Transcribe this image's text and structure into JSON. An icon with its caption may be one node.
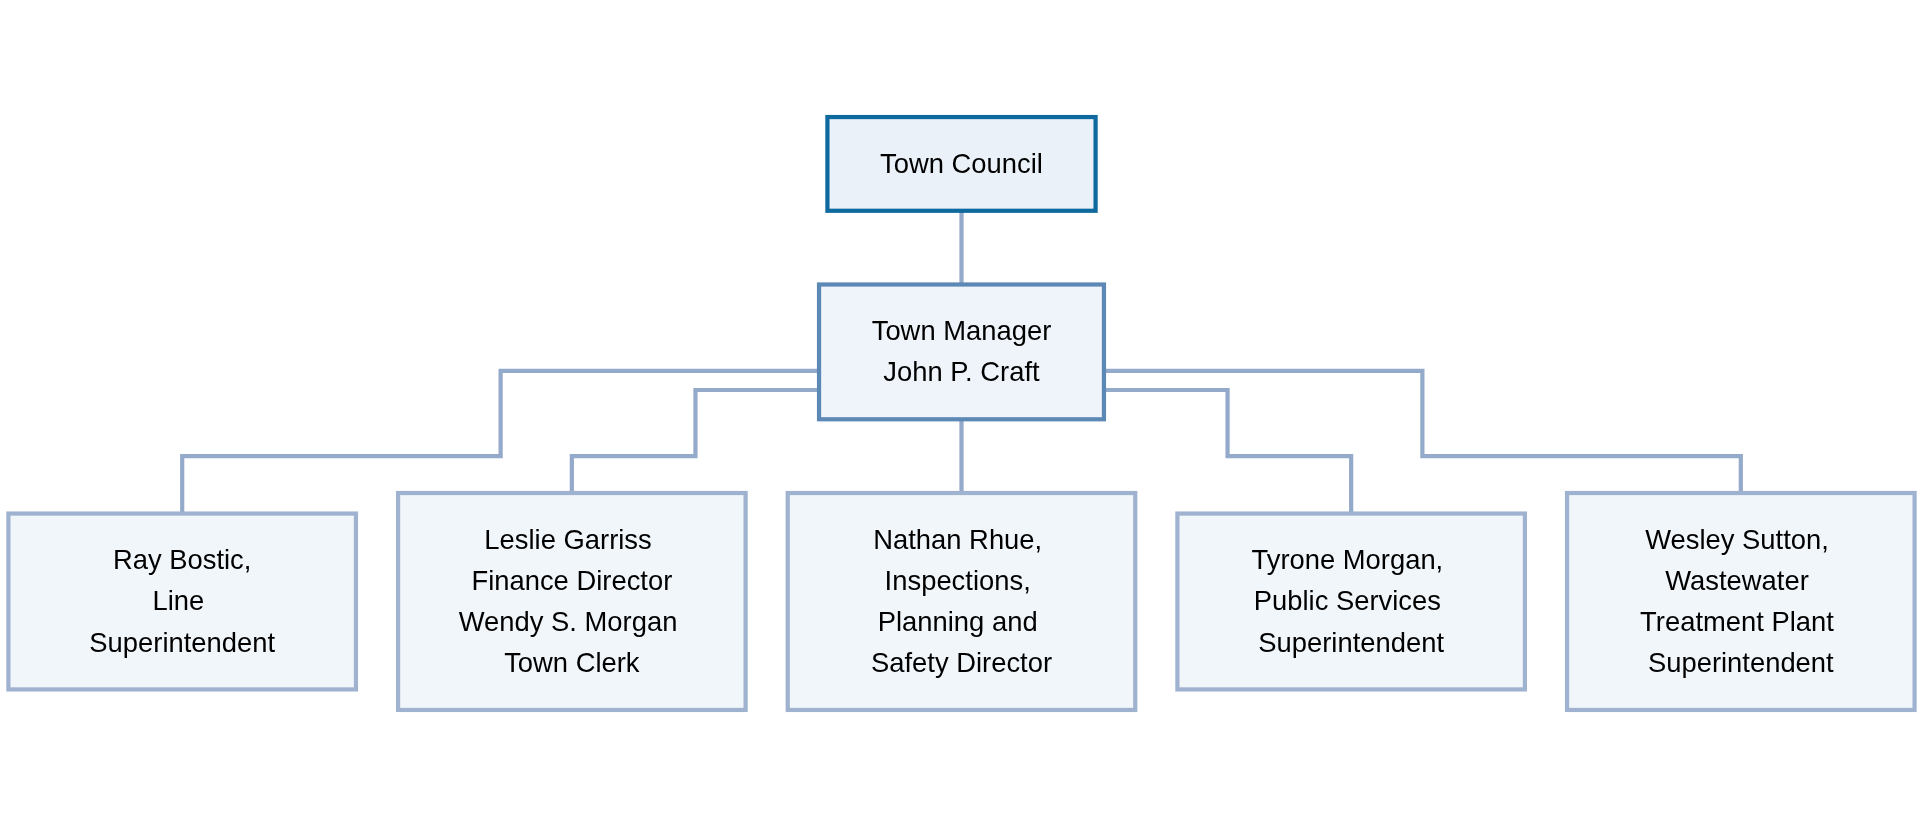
{
  "diagram": {
    "nodes": [
      {
        "text": [
          "Town Council"
        ]
      },
      {
        "text": [
          "Town Manager",
          "John P. Craft"
        ]
      },
      {
        "text": [
          "Ray Bostic,",
          "Line Superintendent"
        ]
      },
      {
        "text": [
          "Leslie Garriss Finance Director",
          "Wendy S. Morgan Town Clerk"
        ]
      },
      {
        "text": [
          "Nathan Rhue, Inspections, Planning and Safety Director"
        ]
      },
      {
        "text": [
          "Tyrone Morgan, Public Services Superintendent"
        ]
      },
      {
        "text": [
          "Wesley Sutton, Wastewater Treatment Plant Superintendent"
        ]
      }
    ],
    "edges": [
      {
        "from": 0,
        "to": 1,
        "arrow": "none"
      },
      {
        "from": 1,
        "to": 2,
        "arrow": "none"
      },
      {
        "from": 1,
        "to": 3,
        "arrow": "none"
      },
      {
        "from": 1,
        "to": 4,
        "arrow": "none"
      },
      {
        "from": 1,
        "to": 5,
        "arrow": "none"
      },
      {
        "from": 1,
        "to": 6,
        "arrow": "none"
      }
    ]
  }
}
